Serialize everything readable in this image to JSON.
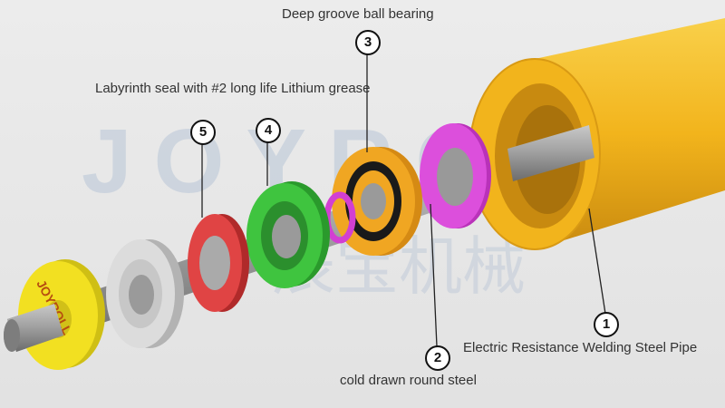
{
  "watermark": {
    "latin": "JOYROLL",
    "cjk": "辰宝机械"
  },
  "cap_text": "JOYROLL",
  "labels": {
    "bearing": "Deep groove ball bearing",
    "seal": "Labyrinth seal with #2 long life Lithium grease",
    "pipe": "Electric Resistance Welding Steel Pipe",
    "shaft": "cold drawn round steel"
  },
  "callouts": [
    "1",
    "2",
    "3",
    "4",
    "5"
  ],
  "colors": {
    "pipe": "#f2b41c",
    "bearing": "#f0a622",
    "magenta_seal": "#d23fd2",
    "green_seal": "#39b83a",
    "red_seal": "#d93a3a",
    "end_cap": "#f2e021",
    "shaft": "#9b9b9b"
  }
}
